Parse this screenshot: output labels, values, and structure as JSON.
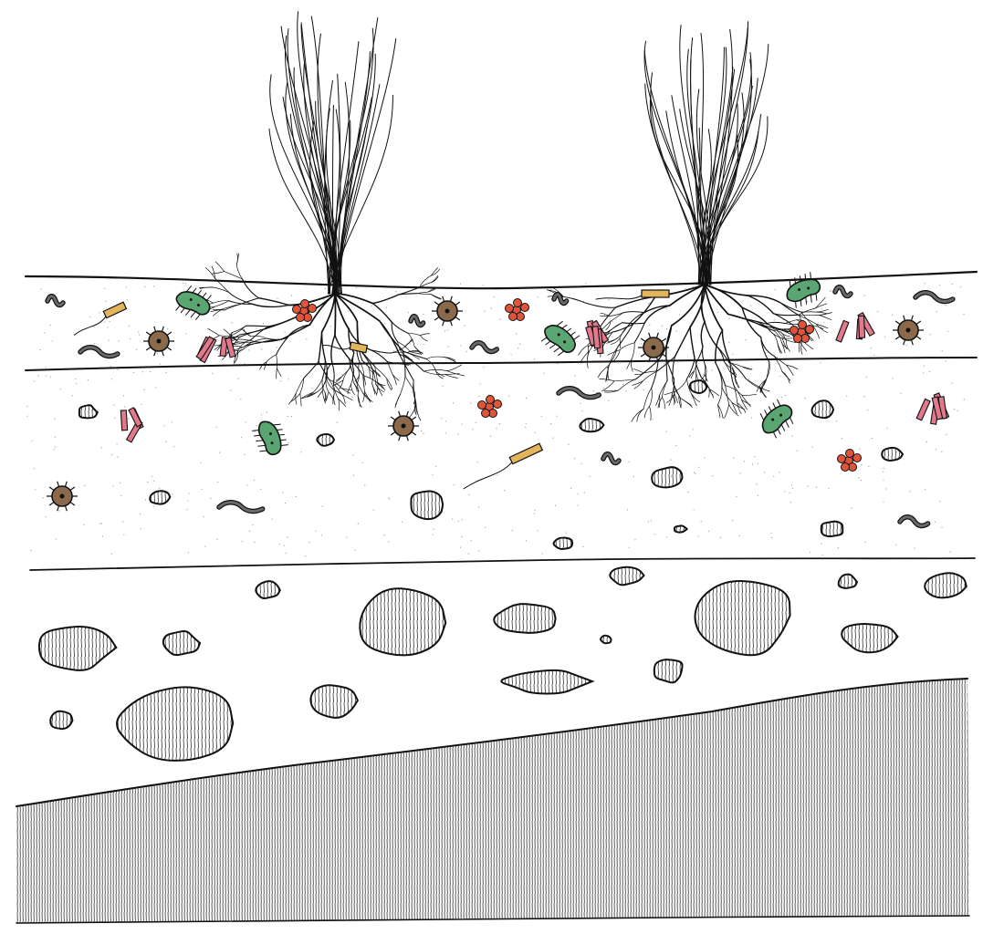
{
  "colors": {
    "ink": "#111111",
    "paper": "#ffffff",
    "stipple": "#9a9a9a",
    "bacteria_green": "#5aa672",
    "mite_brown": "#8a6a4a",
    "fungal_pink": "#e07a8a",
    "spore_red": "#e0553a",
    "fungal_tan": "#e3b45a",
    "nematode_grey": "#6a6a6a",
    "pebble_grey": "#555555"
  },
  "icons": [
    "grass-tuft",
    "root-system",
    "soil-mite",
    "bacterium",
    "nematode",
    "fungal-hyphae",
    "spore-cluster",
    "pebble",
    "boulder",
    "bedrock"
  ],
  "plants": [
    {
      "name": "left-grass-tuft"
    },
    {
      "name": "right-grass-tuft"
    }
  ],
  "layers": [
    {
      "name": "topsoil",
      "organism_rich": true
    },
    {
      "name": "subsoil",
      "organism_rich": true
    },
    {
      "name": "parent-material",
      "organism_rich": false
    },
    {
      "name": "bedrock",
      "organism_rich": false
    }
  ]
}
